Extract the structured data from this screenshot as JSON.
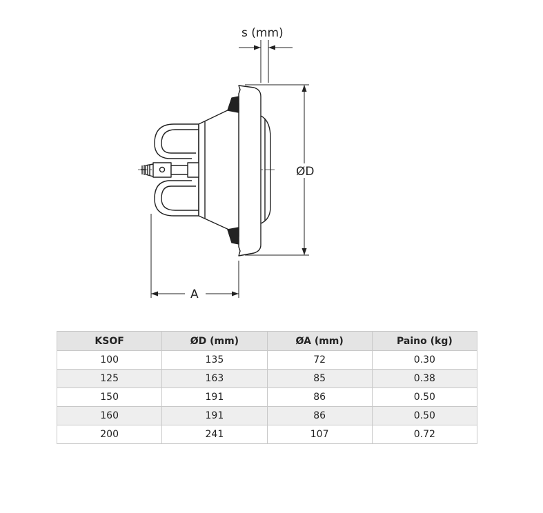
{
  "drawing": {
    "labels": {
      "thickness": "s (mm)",
      "diameter": "ØD",
      "depth": "A"
    }
  },
  "table": {
    "headers": [
      "KSOF",
      "ØD (mm)",
      "ØA (mm)",
      "Paino (kg)"
    ],
    "rows": [
      [
        "100",
        "135",
        "72",
        "0.30"
      ],
      [
        "125",
        "163",
        "85",
        "0.38"
      ],
      [
        "150",
        "191",
        "86",
        "0.50"
      ],
      [
        "160",
        "191",
        "86",
        "0.50"
      ],
      [
        "200",
        "241",
        "107",
        "0.72"
      ]
    ]
  }
}
